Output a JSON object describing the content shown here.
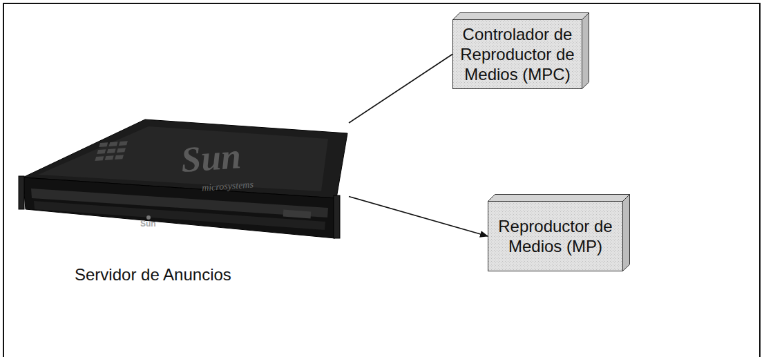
{
  "diagram": {
    "nodes": [
      {
        "text": [
          "Servidor de Anuncios"
        ]
      },
      {
        "text": [
          "Controlador de Reproductor de Medios (MPC)"
        ]
      },
      {
        "text": [
          "Reproductor de Medios (MP)"
        ]
      }
    ],
    "edges": [
      {
        "from": 0,
        "to": 1,
        "arrow": "none"
      },
      {
        "from": 0,
        "to": 2,
        "arrow": "to"
      }
    ],
    "labels": [
      "Sun",
      "microsystems",
      "Sun"
    ]
  }
}
